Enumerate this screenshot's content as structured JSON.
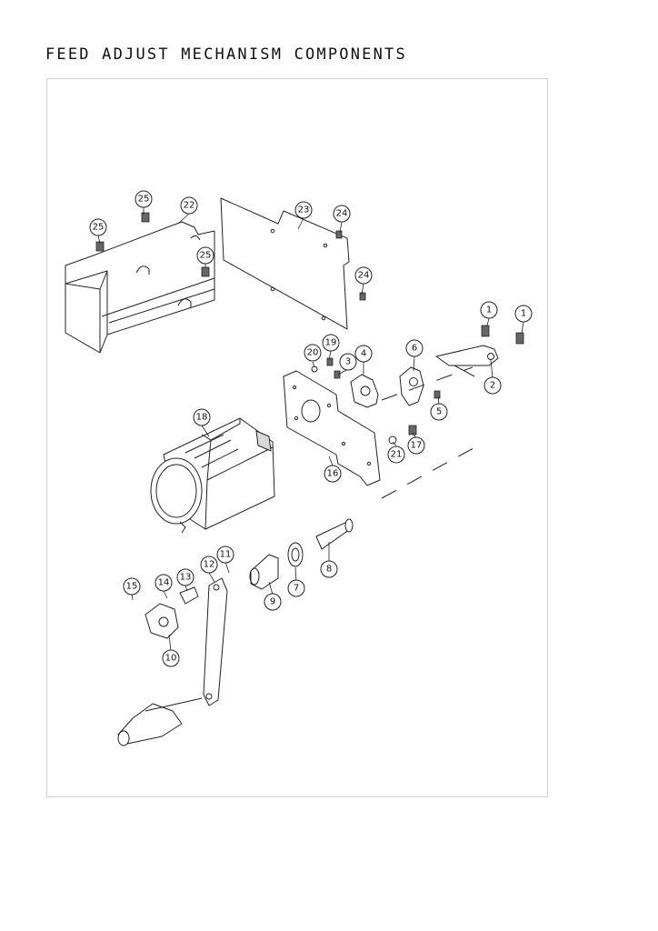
{
  "title": "FEED ADJUST MECHANISM COMPONENTS",
  "callouts": [
    "1",
    "1",
    "2",
    "3",
    "4",
    "5",
    "6",
    "7",
    "8",
    "9",
    "10",
    "11",
    "12",
    "13",
    "14",
    "15",
    "16",
    "17",
    "18",
    "19",
    "20",
    "21",
    "22",
    "23",
    "24",
    "24",
    "25",
    "25",
    "25"
  ]
}
